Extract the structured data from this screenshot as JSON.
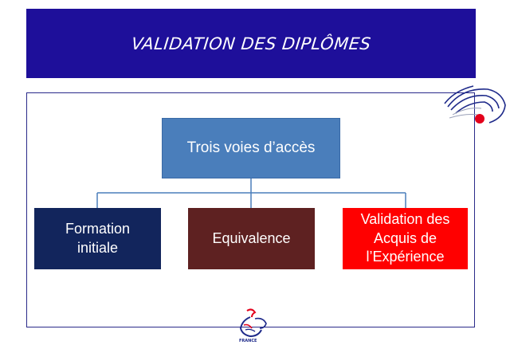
{
  "banner": {
    "title": "VALIDATION DES DIPLÔMES"
  },
  "diagram": {
    "root": {
      "label": "Trois voies d’accès"
    },
    "children": [
      {
        "label": "Formation\ninitiale"
      },
      {
        "label": "Equivalence"
      },
      {
        "label": "Validation des\nAcquis de\nl’Expérience"
      }
    ]
  },
  "logo": {
    "text": "FRANCE"
  },
  "colors": {
    "banner": "#1e0f9a",
    "root_box": "#4a7ebb",
    "child_1": "#12255c",
    "child_2": "#5e2121",
    "child_3": "#ff0000",
    "connector": "#4a7ebb"
  }
}
